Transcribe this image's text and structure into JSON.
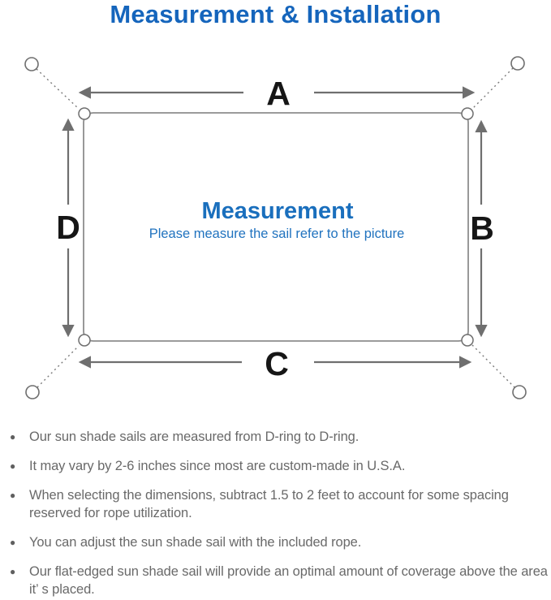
{
  "header": {
    "title": "Measurement & Installation",
    "title_color": "#1565bc"
  },
  "diagram": {
    "labels": {
      "top": "A",
      "right": "B",
      "bottom": "C",
      "left": "D"
    },
    "center": {
      "heading": "Measurement",
      "subheading": "Please measure the sail refer to the picture",
      "heading_color": "#1a6fbd",
      "subheading_color": "#2173bf"
    },
    "colors": {
      "linework_gray": "#6f6f6f",
      "sail_border_gray": "#8d8d8d",
      "label_black": "#161616"
    }
  },
  "notes": {
    "bullet_glyph": "●",
    "text_color": "#696969",
    "items": [
      "Our sun shade sails are measured from D-ring to D-ring.",
      "It may vary by 2-6 inches since most are custom-made in U.S.A.",
      "When selecting the dimensions, subtract 1.5 to 2 feet to account for some spacing reserved for rope utilization.",
      "You can adjust the sun shade sail with the included rope.",
      "Our flat-edged sun shade sail will provide an optimal amount of coverage above the area it’ s placed."
    ]
  }
}
